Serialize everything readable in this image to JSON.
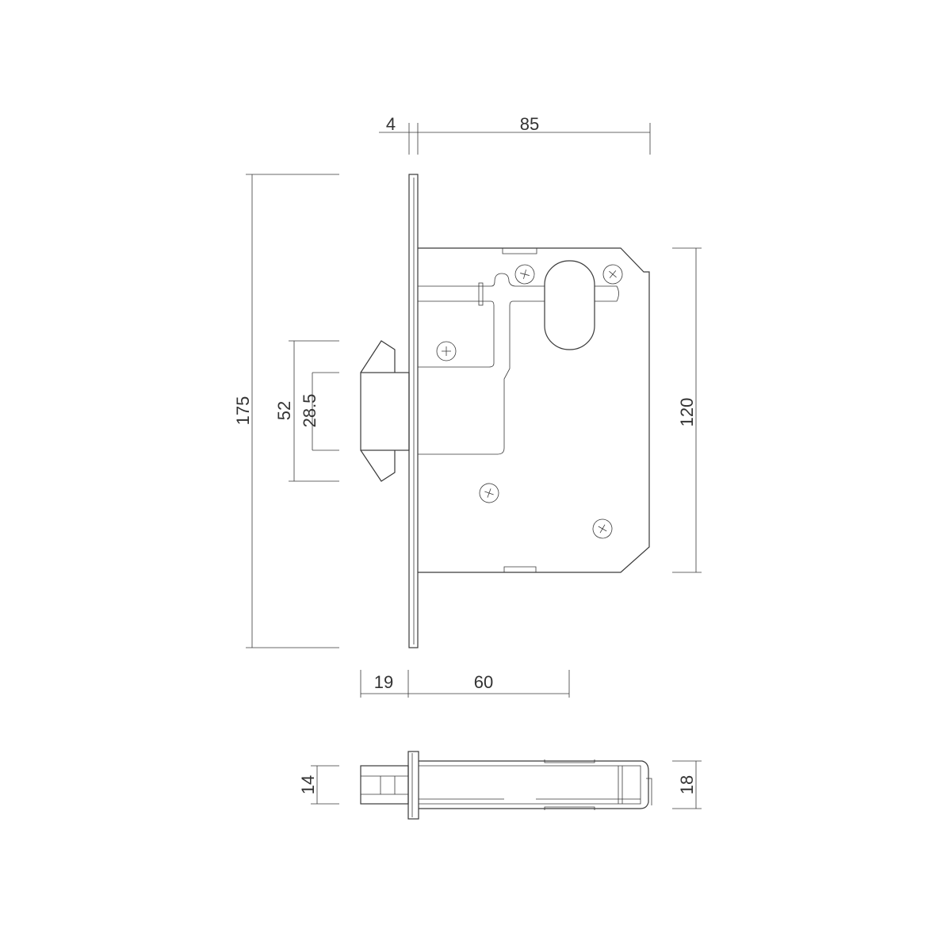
{
  "drawing": {
    "title": "Mortise lock dimension drawing",
    "dimensions": {
      "faceplate_thickness": "4",
      "case_depth": "85",
      "faceplate_height": "175",
      "latch_outer_height": "52",
      "latch_inner_height": "28.5",
      "case_height": "120",
      "latch_projection": "19",
      "backset": "60",
      "latch_thickness": "14",
      "case_thickness": "18"
    },
    "colors": {
      "line": "#3a3a3a",
      "background": "#ffffff"
    }
  }
}
